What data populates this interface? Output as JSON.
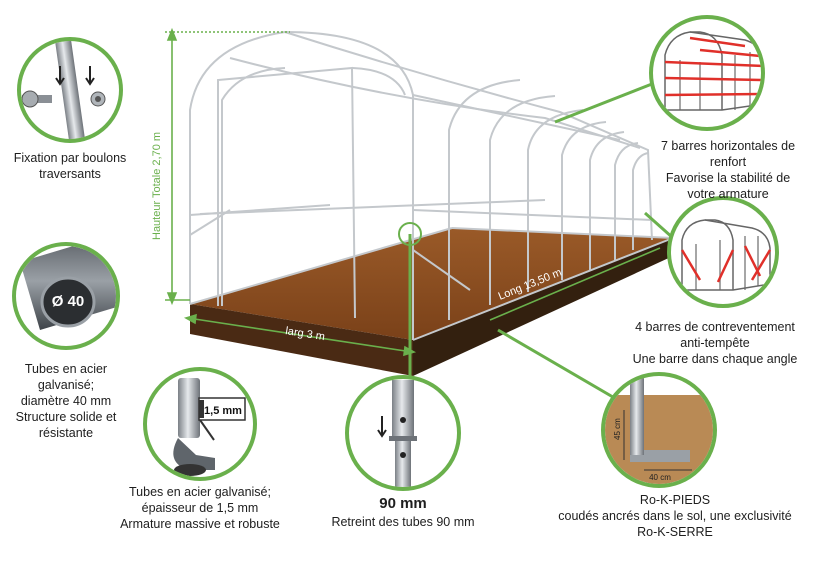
{
  "dimensions": {
    "height": "Hauteur Totale 2,70 m",
    "length": "Long 13,50 m",
    "width": "larg 3 m"
  },
  "callouts": {
    "bolts": {
      "lines": [
        "Fixation par boulons",
        "traversants"
      ]
    },
    "tube_diameter": {
      "badge": "Ø 40",
      "lines": [
        "Tubes en acier",
        "galvanisé;",
        "diamètre 40 mm",
        "Structure solide et",
        "résistante"
      ]
    },
    "tube_thickness": {
      "badge": "1,5 mm",
      "lines": [
        "Tubes en acier galvanisé;",
        "épaisseur de 1,5 mm",
        "Armature massive et robuste"
      ]
    },
    "tube_restriction": {
      "headline": "90 mm",
      "lines": [
        "Retreint des tubes 90 mm"
      ]
    },
    "horizontal_bars": {
      "lines": [
        "7 barres horizontales de",
        "renfort",
        "Favorise la stabilité de",
        "votre armature"
      ]
    },
    "bracing_bars": {
      "lines": [
        "4 barres de contreventement",
        "anti-tempête",
        "Une barre dans chaque angle"
      ]
    },
    "feet": {
      "dim_h": "45 cm",
      "dim_w": "40 cm",
      "lines": [
        "Ro-K-PIEDS",
        "coudés ancrés dans le sol, une exclusivité",
        "Ro-K-SERRE"
      ]
    }
  },
  "colors": {
    "accent_green": "#6ab04c",
    "soil": "#8a4f22",
    "soil_dark": "#3d2412",
    "frame": "#bfc3c8",
    "bars_red": "#e0302a"
  }
}
